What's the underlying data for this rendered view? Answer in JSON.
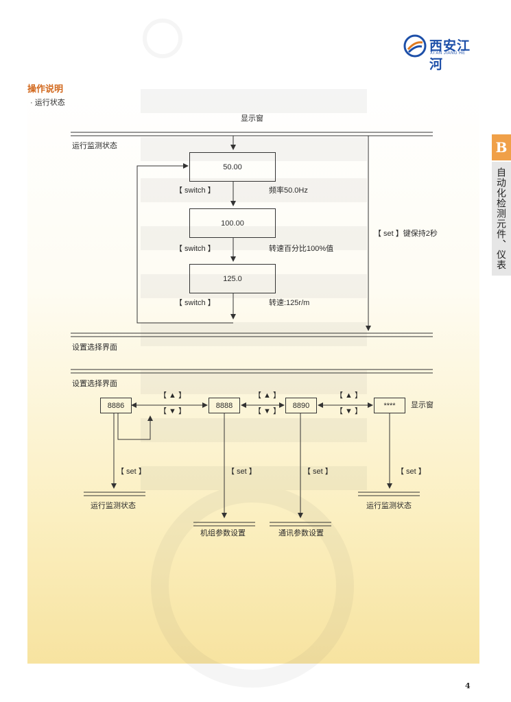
{
  "brand": {
    "name_cn": "西安江河",
    "name_en": "XI'AN JIANG HE"
  },
  "section": {
    "title": "操作说明",
    "bullet": "· 运行状态"
  },
  "side_tab": {
    "letter": "B",
    "label": "自动化检测元件、仪表"
  },
  "page_number": "4",
  "diagram1": {
    "display_window": "显示窗",
    "run_monitor_label": "运行监测状态",
    "boxes": [
      "50.00",
      "100.00",
      "125.0"
    ],
    "switch_label": "【 switch 】",
    "notes": [
      "频率50.0Hz",
      "转速百分比100%值",
      "转速:125r/m"
    ],
    "set_hold": "【 set 】键保持2秒",
    "settings_label": "设置选择界面"
  },
  "diagram2": {
    "settings_label": "设置选择界面",
    "boxes": [
      "8886",
      "8888",
      "8890",
      "****"
    ],
    "up_key": "【 ▲ 】",
    "down_key": "【 ▼ 】",
    "set_key": "【 set 】",
    "display_window": "显示窗",
    "targets": [
      "运行监测状态",
      "机组参数设置",
      "通讯参数设置",
      "运行监测状态"
    ]
  }
}
